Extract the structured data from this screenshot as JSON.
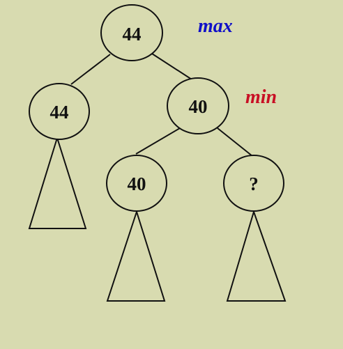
{
  "labels": {
    "max": {
      "text": "max",
      "color": "#1010c8"
    },
    "min": {
      "text": "min",
      "color": "#c80f24"
    }
  },
  "nodes": {
    "root": {
      "value": "44"
    },
    "left": {
      "value": "44"
    },
    "right": {
      "value": "40"
    },
    "right_left": {
      "value": "40"
    },
    "right_right": {
      "value": "?"
    }
  },
  "colors": {
    "background": "#d8dbb0",
    "stroke": "#111111"
  }
}
